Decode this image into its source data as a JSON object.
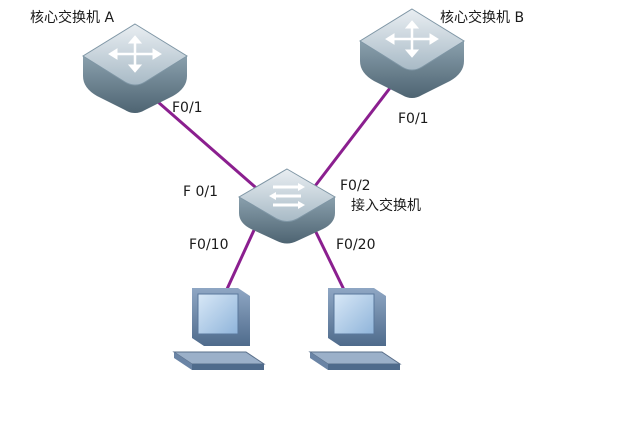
{
  "nodes": {
    "core_a": {
      "label": "核心交换机 A"
    },
    "core_b": {
      "label": "核心交换机 B"
    },
    "access": {
      "label": "接入交换机"
    }
  },
  "ports": {
    "core_a_f01": "F0/1",
    "core_b_f01": "F0/1",
    "access_f01": "F 0/1",
    "access_f02": "F0/2",
    "access_f010": "F0/10",
    "access_f020": "F0/20"
  },
  "colors": {
    "link": "#8b1f8f",
    "device_top": "#c9d6df",
    "device_side": "#6f8796",
    "pc_screen": "#a9c9e9"
  }
}
